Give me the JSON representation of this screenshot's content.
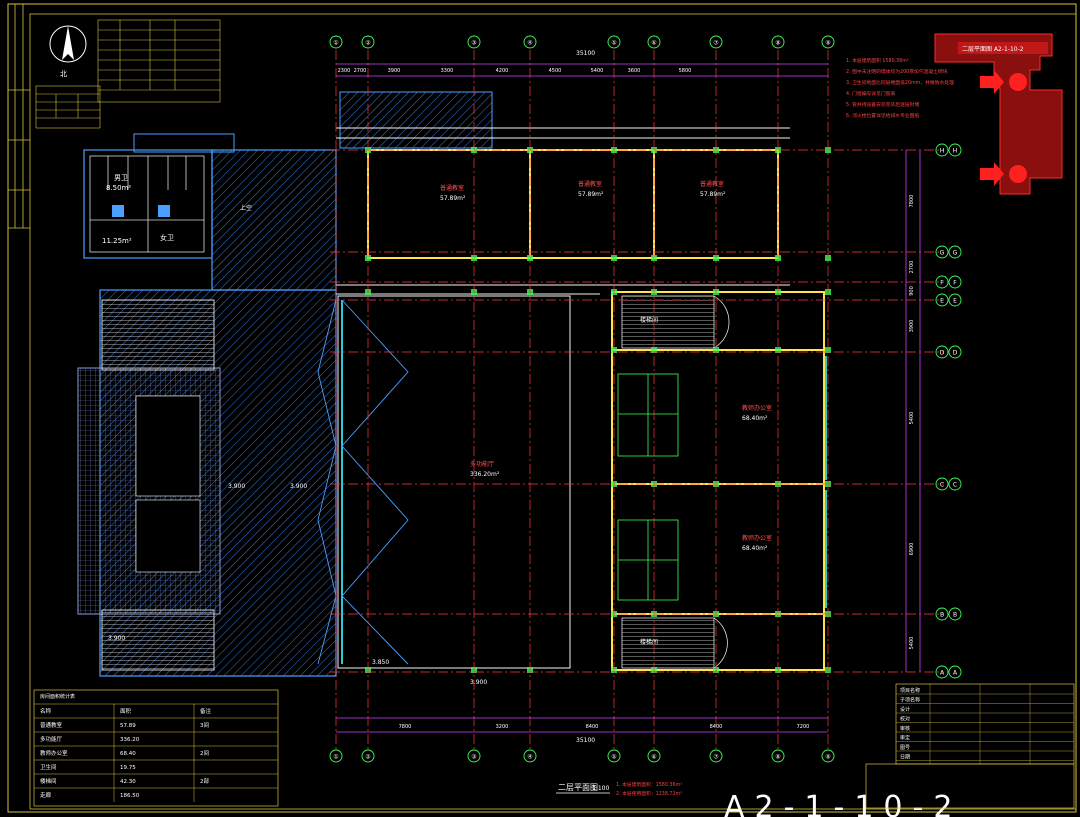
{
  "drawing": {
    "sheet_title": "二层平面图",
    "scale": "1:100",
    "sheet_number": "A2-1-10-2",
    "north_label": "北",
    "key_plan_title": "教学楼二层平面",
    "key_plan_label": "二层平面图 A2-1-10-2"
  },
  "grids": {
    "top_axes": [
      "①",
      "②",
      "③",
      "④",
      "⑤",
      "⑥",
      "⑦",
      "⑧",
      "⑨"
    ],
    "right_axes": [
      "H",
      "G",
      "F",
      "E",
      "D",
      "C",
      "B",
      "A"
    ],
    "top_dims": [
      "2300",
      "2700",
      "3900",
      "3300",
      "4200",
      "4500",
      "5400",
      "3600",
      "5800"
    ],
    "top_total": "35100",
    "bottom_dims": [
      "7800",
      "3200",
      "8400",
      "8400",
      "7200"
    ],
    "bottom_total": "35100",
    "right_dims": [
      "7800",
      "2700",
      "900",
      "3900",
      "5400",
      "6900",
      "5400"
    ]
  },
  "rooms": [
    {
      "id": "classroom-1",
      "name": "普通教室",
      "area": "57.89m²"
    },
    {
      "id": "classroom-2",
      "name": "普通教室",
      "area": "57.89m²"
    },
    {
      "id": "classroom-3",
      "name": "普通教室",
      "area": "57.89m²"
    },
    {
      "id": "hall",
      "name": "多功能厅",
      "area": "336.20m²"
    },
    {
      "id": "office-1",
      "name": "教师办公室",
      "area": "68.40m²"
    },
    {
      "id": "office-2",
      "name": "教师办公室",
      "area": "68.40m²"
    },
    {
      "id": "toilet-m",
      "name": "男卫",
      "area": "8.50m²"
    },
    {
      "id": "toilet-f",
      "name": "女卫",
      "area": "11.25m²"
    },
    {
      "id": "atrium",
      "name": "上空",
      "area": ""
    },
    {
      "id": "stair-1",
      "name": "楼梯间",
      "area": ""
    },
    {
      "id": "stair-2",
      "name": "楼梯间",
      "area": ""
    }
  ],
  "elevations": [
    "3.900",
    "3.900",
    "3.850",
    "3.900",
    "3.900"
  ],
  "notes_right": [
    "1. 本层建筑面积 1580.36m²",
    "2. 图中未注明的墙体均为200厚加气混凝土砌块",
    "3. 卫生间地面比同层楼面低20mm，并做防水处理",
    "4. 门窗编号详见门窗表",
    "5. 管井待设备安装完毕后逐层封堵",
    "6. 消火栓位置详见给排水专业图纸"
  ],
  "legend_bottom": [
    "1. 本层建筑面积：1580.36m²",
    "2. 本层使用面积：1238.72m²"
  ],
  "table_left_title": "房间面积统计表",
  "table_left_rows": [
    [
      "名称",
      "面积",
      "备注"
    ],
    [
      "普通教室",
      "57.89",
      "3间"
    ],
    [
      "多功能厅",
      "336.20",
      ""
    ],
    [
      "教师办公室",
      "68.40",
      "2间"
    ],
    [
      "卫生间",
      "19.75",
      ""
    ],
    [
      "楼梯间",
      "42.30",
      "2部"
    ],
    [
      "走廊",
      "186.50",
      ""
    ]
  ],
  "title_block": {
    "rows": [
      "项目名称",
      "子项名称",
      "设计",
      "校对",
      "审核",
      "审定",
      "图号",
      "日期"
    ]
  },
  "colors": {
    "background": "#000000",
    "grid": "#ff3b3b",
    "wall": "#ffe54a",
    "dimension": "#d040ff",
    "hatch": "#4a9fff",
    "text": "#ffffff",
    "axis": "#3bff5a",
    "annotation": "#ff4040",
    "window": "#33ffff"
  }
}
